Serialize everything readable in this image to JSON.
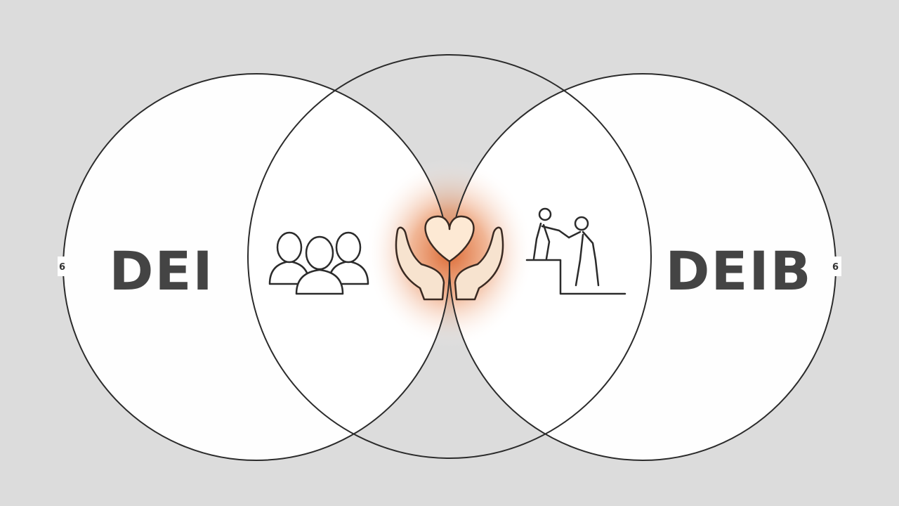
{
  "diagram": {
    "left_label": "DEI",
    "right_label": "DEIB",
    "left_edge_mark": "6",
    "right_edge_mark": "6",
    "icons": [
      "people-group-icon",
      "hands-heart-icon",
      "helping-climb-icon"
    ]
  },
  "colors": {
    "background": "#dcdcdc",
    "circle_fill": "#ffffff",
    "stroke": "#2b2b2b",
    "text": "#444444",
    "glow": "#d9622b",
    "heart_fill": "#fde9d4"
  }
}
